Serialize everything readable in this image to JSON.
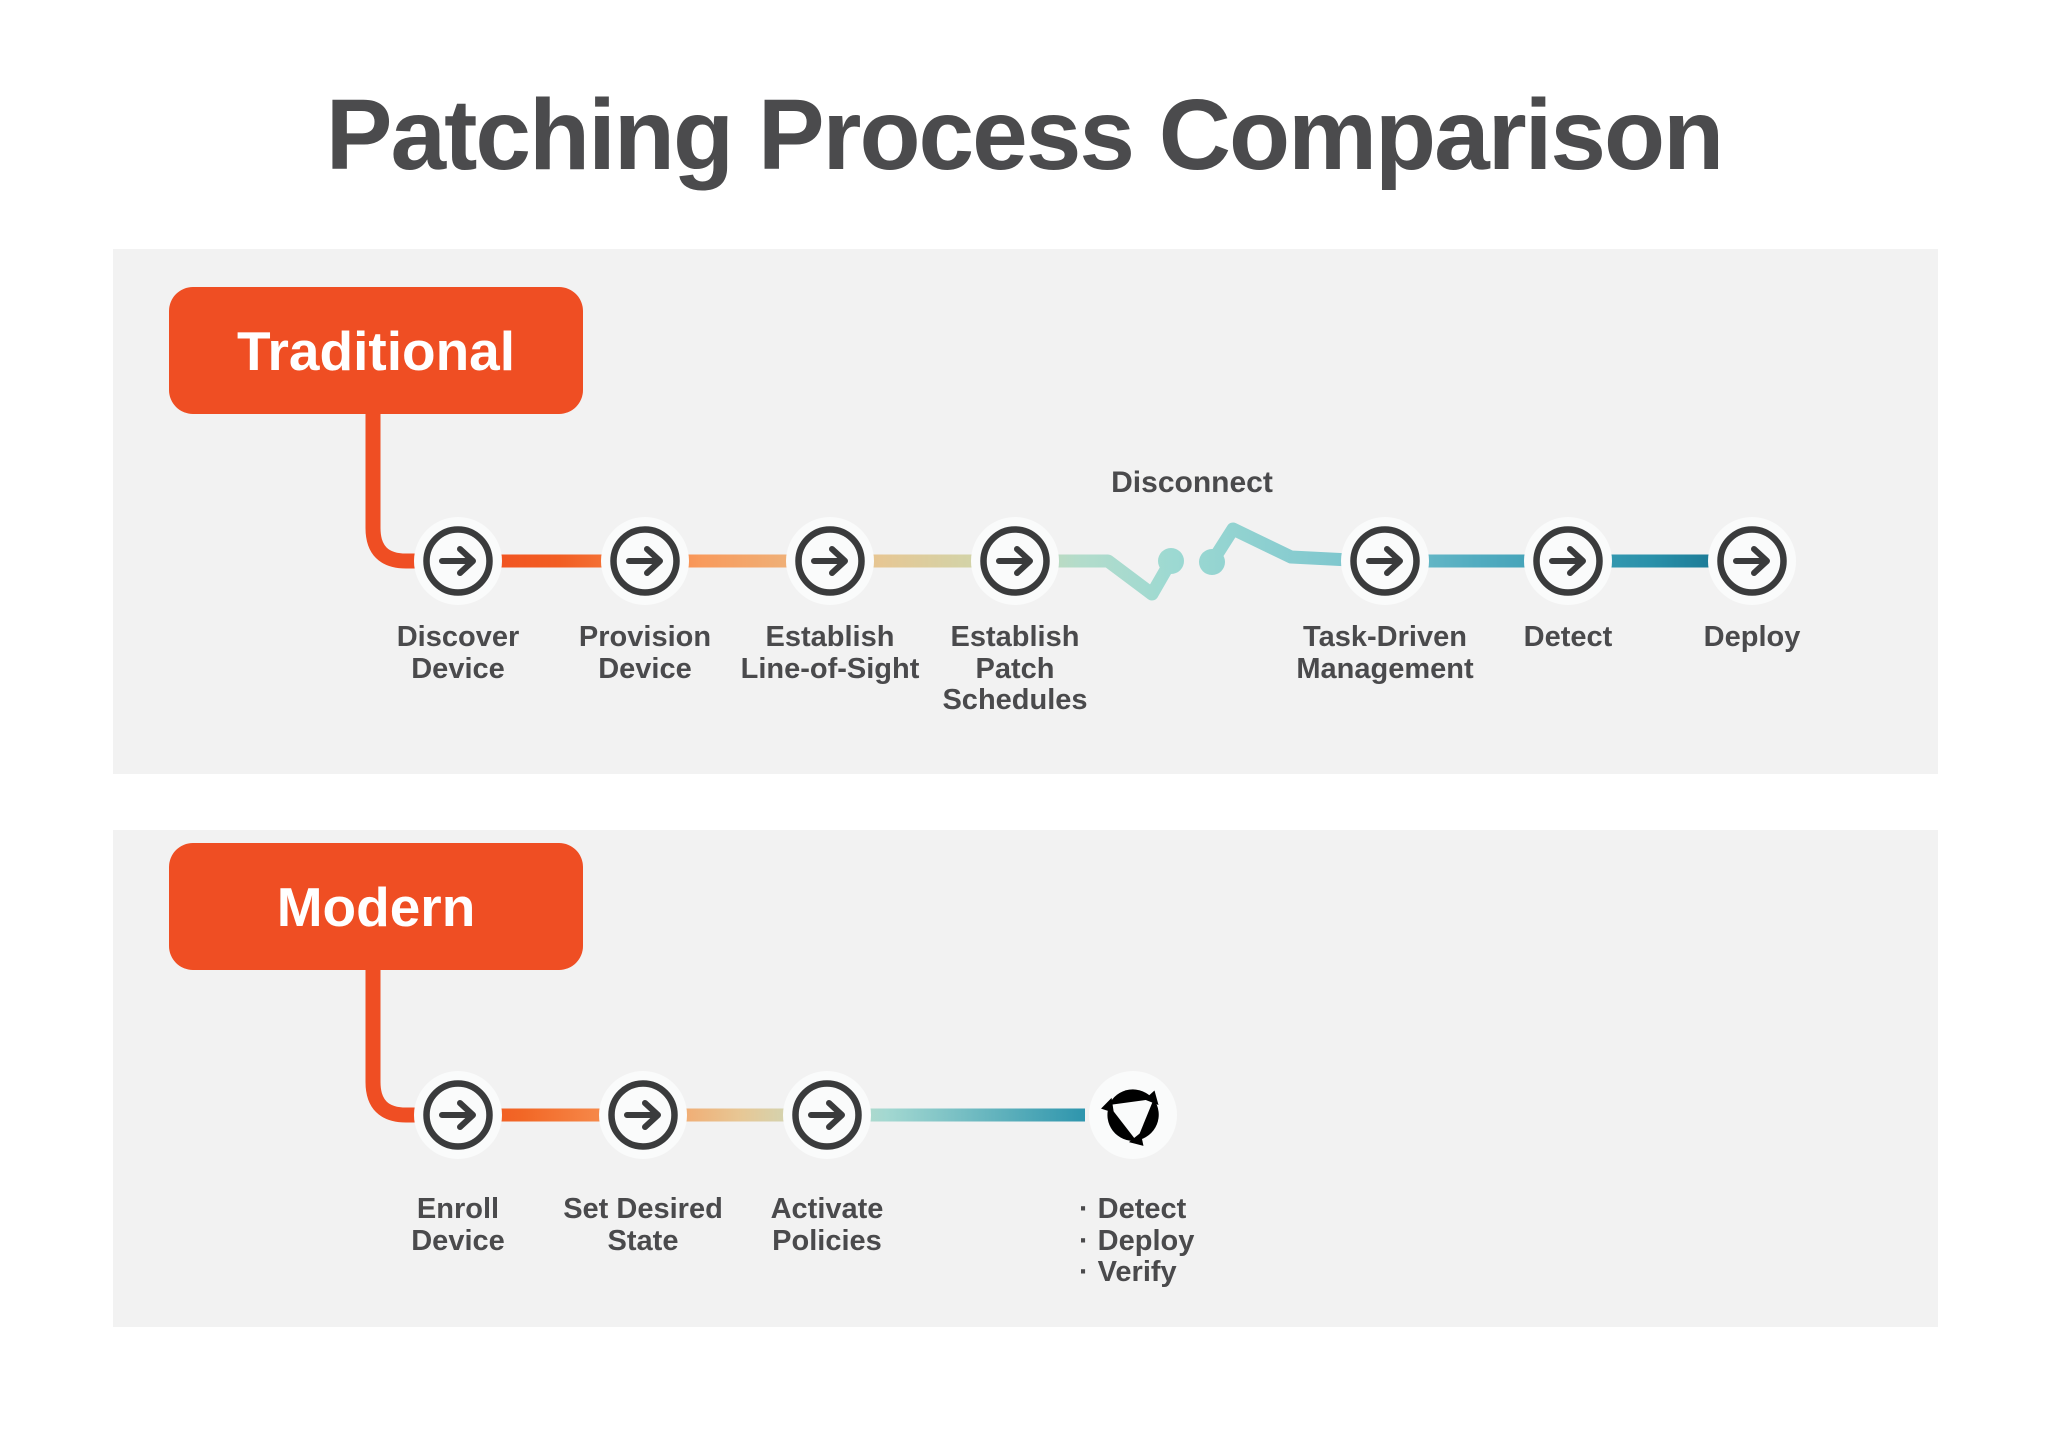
{
  "title": "Patching Process Comparison",
  "colors": {
    "accent_orange": "#EF4E23",
    "panel_background": "#F2F2F2",
    "text_dark": "#4A4A4C",
    "icon_dark": "#3A3B3C",
    "timeline_gradient_start": "#F0481F",
    "timeline_gradient_seafoam": "#9CD9D2",
    "timeline_gradient_end_teal": "#146E8B"
  },
  "traditional": {
    "label": "Traditional",
    "disconnect_label": "Disconnect",
    "steps": [
      "Discover\nDevice",
      "Provision\nDevice",
      "Establish\nLine-of-Sight",
      "Establish\nPatch\nSchedules",
      "Task-Driven\nManagement",
      "Detect",
      "Deploy"
    ]
  },
  "modern": {
    "label": "Modern",
    "steps": [
      "Enroll\nDevice",
      "Set Desired\nState",
      "Activate\nPolicies"
    ],
    "bullet_char": "·",
    "cycle_items": [
      "Detect",
      "Deploy",
      "Verify"
    ]
  }
}
